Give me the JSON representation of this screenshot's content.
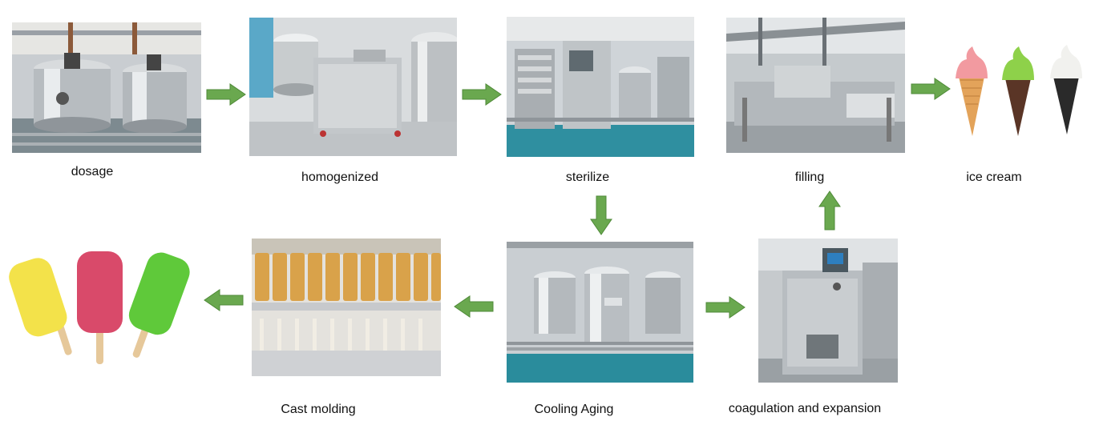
{
  "steps": {
    "dosage": "dosage",
    "homogenized": "homogenized",
    "sterilize": "sterilize",
    "filling": "filling",
    "ice_cream": "ice cream",
    "cast_molding": "Cast molding",
    "cooling_aging": "Cooling Aging",
    "coagulation_expansion": "coagulation and expansion"
  },
  "colors": {
    "arrow": "#6aa84f",
    "arrow_stroke": "#4f8a38"
  },
  "icons": {
    "flow_arrow": "arrow-icon"
  }
}
